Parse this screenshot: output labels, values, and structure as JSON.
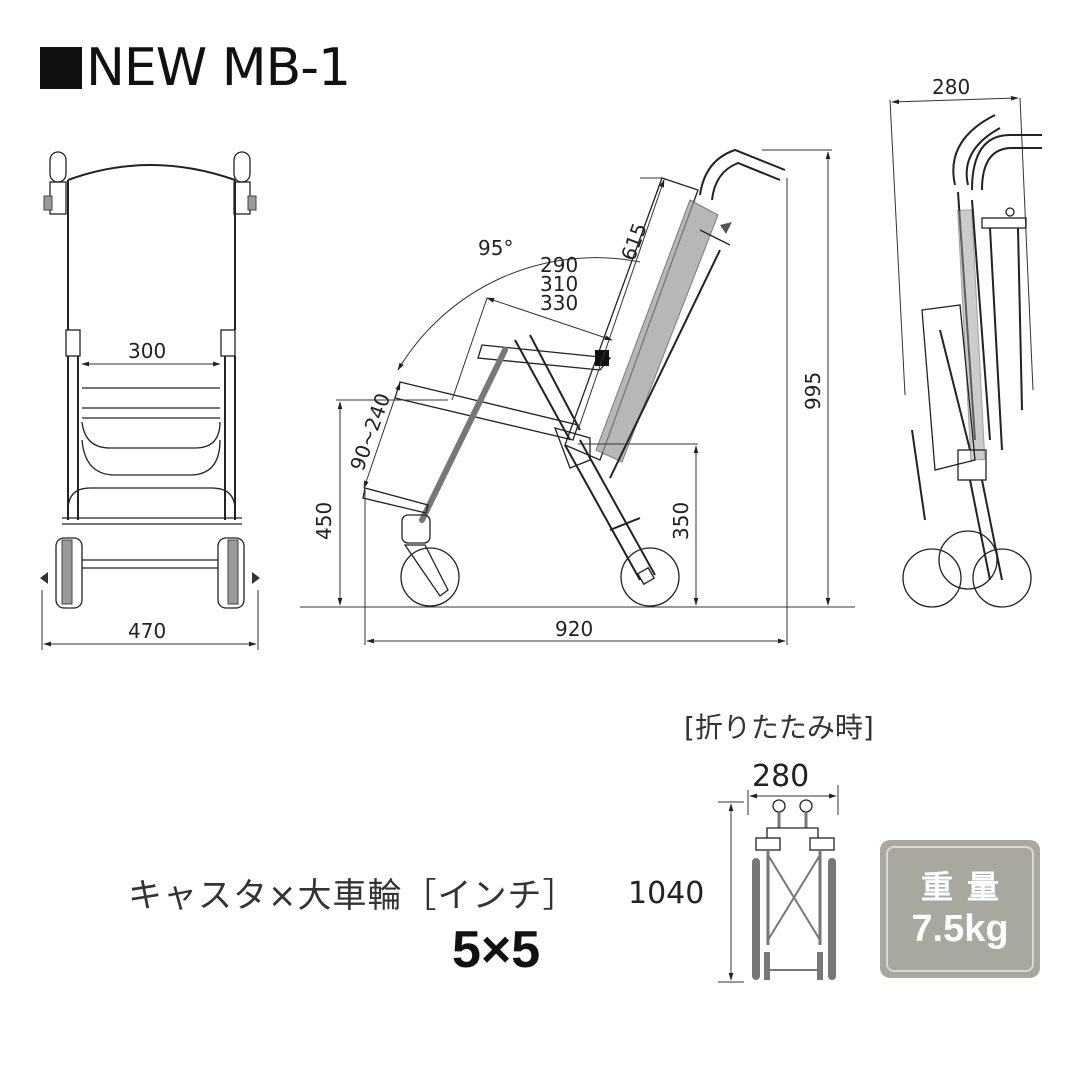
{
  "title": {
    "marker": "black-square",
    "text": "NEW MB-1"
  },
  "front_view": {
    "seat_width_label": "300",
    "overall_width_label": "470"
  },
  "side_view": {
    "backrest_angle_label": "95°",
    "backrest_height_label": "615",
    "seat_depth_labels": [
      "290",
      "310",
      "330"
    ],
    "footrest_range_label": "90~240",
    "seat_height_label": "450",
    "rear_height_label": "350",
    "overall_height_label": "995",
    "overall_length_label": "920"
  },
  "rear_view": {
    "width_label": "280"
  },
  "folded": {
    "label": "[折りたたみ時]",
    "width_label": "280",
    "height_label": "1040"
  },
  "wheels": {
    "label": "キャスタ×大車輪［インチ］",
    "value": "5×5"
  },
  "weight_badge": {
    "title": "重量",
    "value": "7.5kg",
    "bg_color": "#a8a89e"
  }
}
